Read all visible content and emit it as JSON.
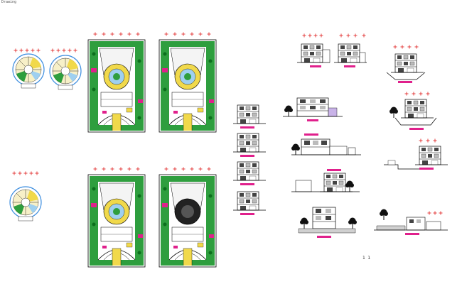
{
  "sheet": {
    "corner_label": "Drawing",
    "page_number": "1 1"
  },
  "colors": {
    "landscape_green": "#2e9e3e",
    "paving_yellow": "#f1d94b",
    "water_blue": "#3f8fe0",
    "accent_magenta": "#e0208c",
    "dimension_red": "#e23030",
    "line_black": "#000000",
    "tree_black": "#111111"
  },
  "icons": {
    "dimension_marker": "red-plus-marker",
    "tree": "tree-silhouette-icon",
    "title_bar": "magenta-title-bar"
  }
}
